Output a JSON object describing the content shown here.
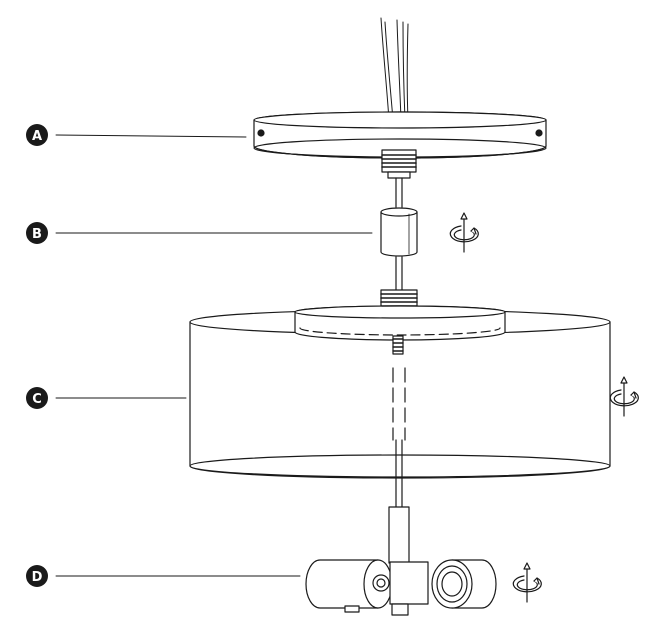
{
  "diagram": {
    "kind": "exploded-assembly",
    "line_color": "#1a1a1a",
    "callouts": [
      {
        "letter": "A",
        "part": "canopy"
      },
      {
        "letter": "B",
        "part": "coupling"
      },
      {
        "letter": "C",
        "part": "drum-shade"
      },
      {
        "letter": "D",
        "part": "lamp-body"
      }
    ],
    "rotation_icons": [
      {
        "icon": "rotate-arrow-icon",
        "part": "coupling"
      },
      {
        "icon": "rotate-arrow-icon",
        "part": "drum-shade"
      },
      {
        "icon": "rotate-arrow-icon",
        "part": "lamp-body"
      }
    ]
  }
}
